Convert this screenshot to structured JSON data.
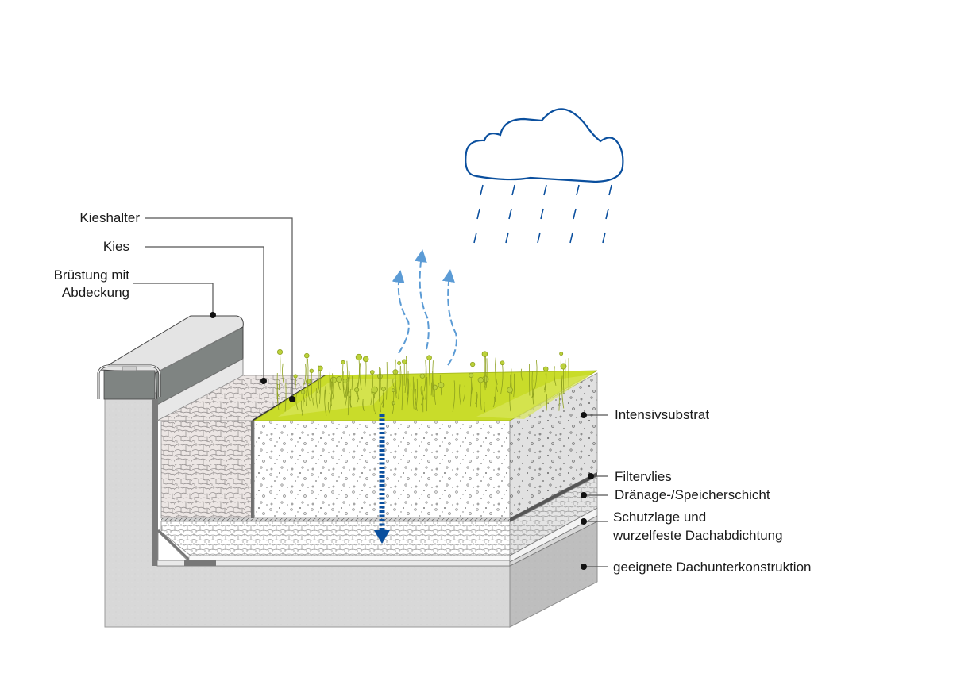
{
  "diagram": {
    "title": "Intensive green roof build-up (cross-section)",
    "labels_left": [
      {
        "id": "kieshalter",
        "text": "Kieshalter"
      },
      {
        "id": "kies",
        "text": "Kies"
      },
      {
        "id": "bruestung",
        "lines": [
          "Brüstung mit",
          "Abdeckung"
        ]
      }
    ],
    "labels_right": [
      {
        "id": "intensivsubstrat",
        "text": "Intensivsubstrat"
      },
      {
        "id": "filtervlies",
        "text": "Filtervlies"
      },
      {
        "id": "draenage",
        "text": "Dränage-/Speicherschicht"
      },
      {
        "id": "schutzlage",
        "lines": [
          "Schutzlage und",
          "wurzelfeste Dachabdichtung"
        ]
      },
      {
        "id": "dachunterkonstruktion",
        "text": "geeignete Dachunterkonstruktion"
      }
    ],
    "symbols": {
      "cloud": "rain-cloud",
      "rain": "rain-drops",
      "evaporation": "evaporation-arrows",
      "infiltration": "water-infiltration-arrow"
    },
    "colors": {
      "vegetation": "#c9dc2a",
      "vegetation_light": "#d8e65c",
      "water_dark": "#0a4f9e",
      "water_light": "#5b9bd5",
      "concrete": "#d6d6d6",
      "concrete_side": "#bdbdbd",
      "gravel": "#ece6e4",
      "substrate": "#ffffff",
      "cap_dark": "#7f8482",
      "leader_line": "#555555"
    }
  }
}
